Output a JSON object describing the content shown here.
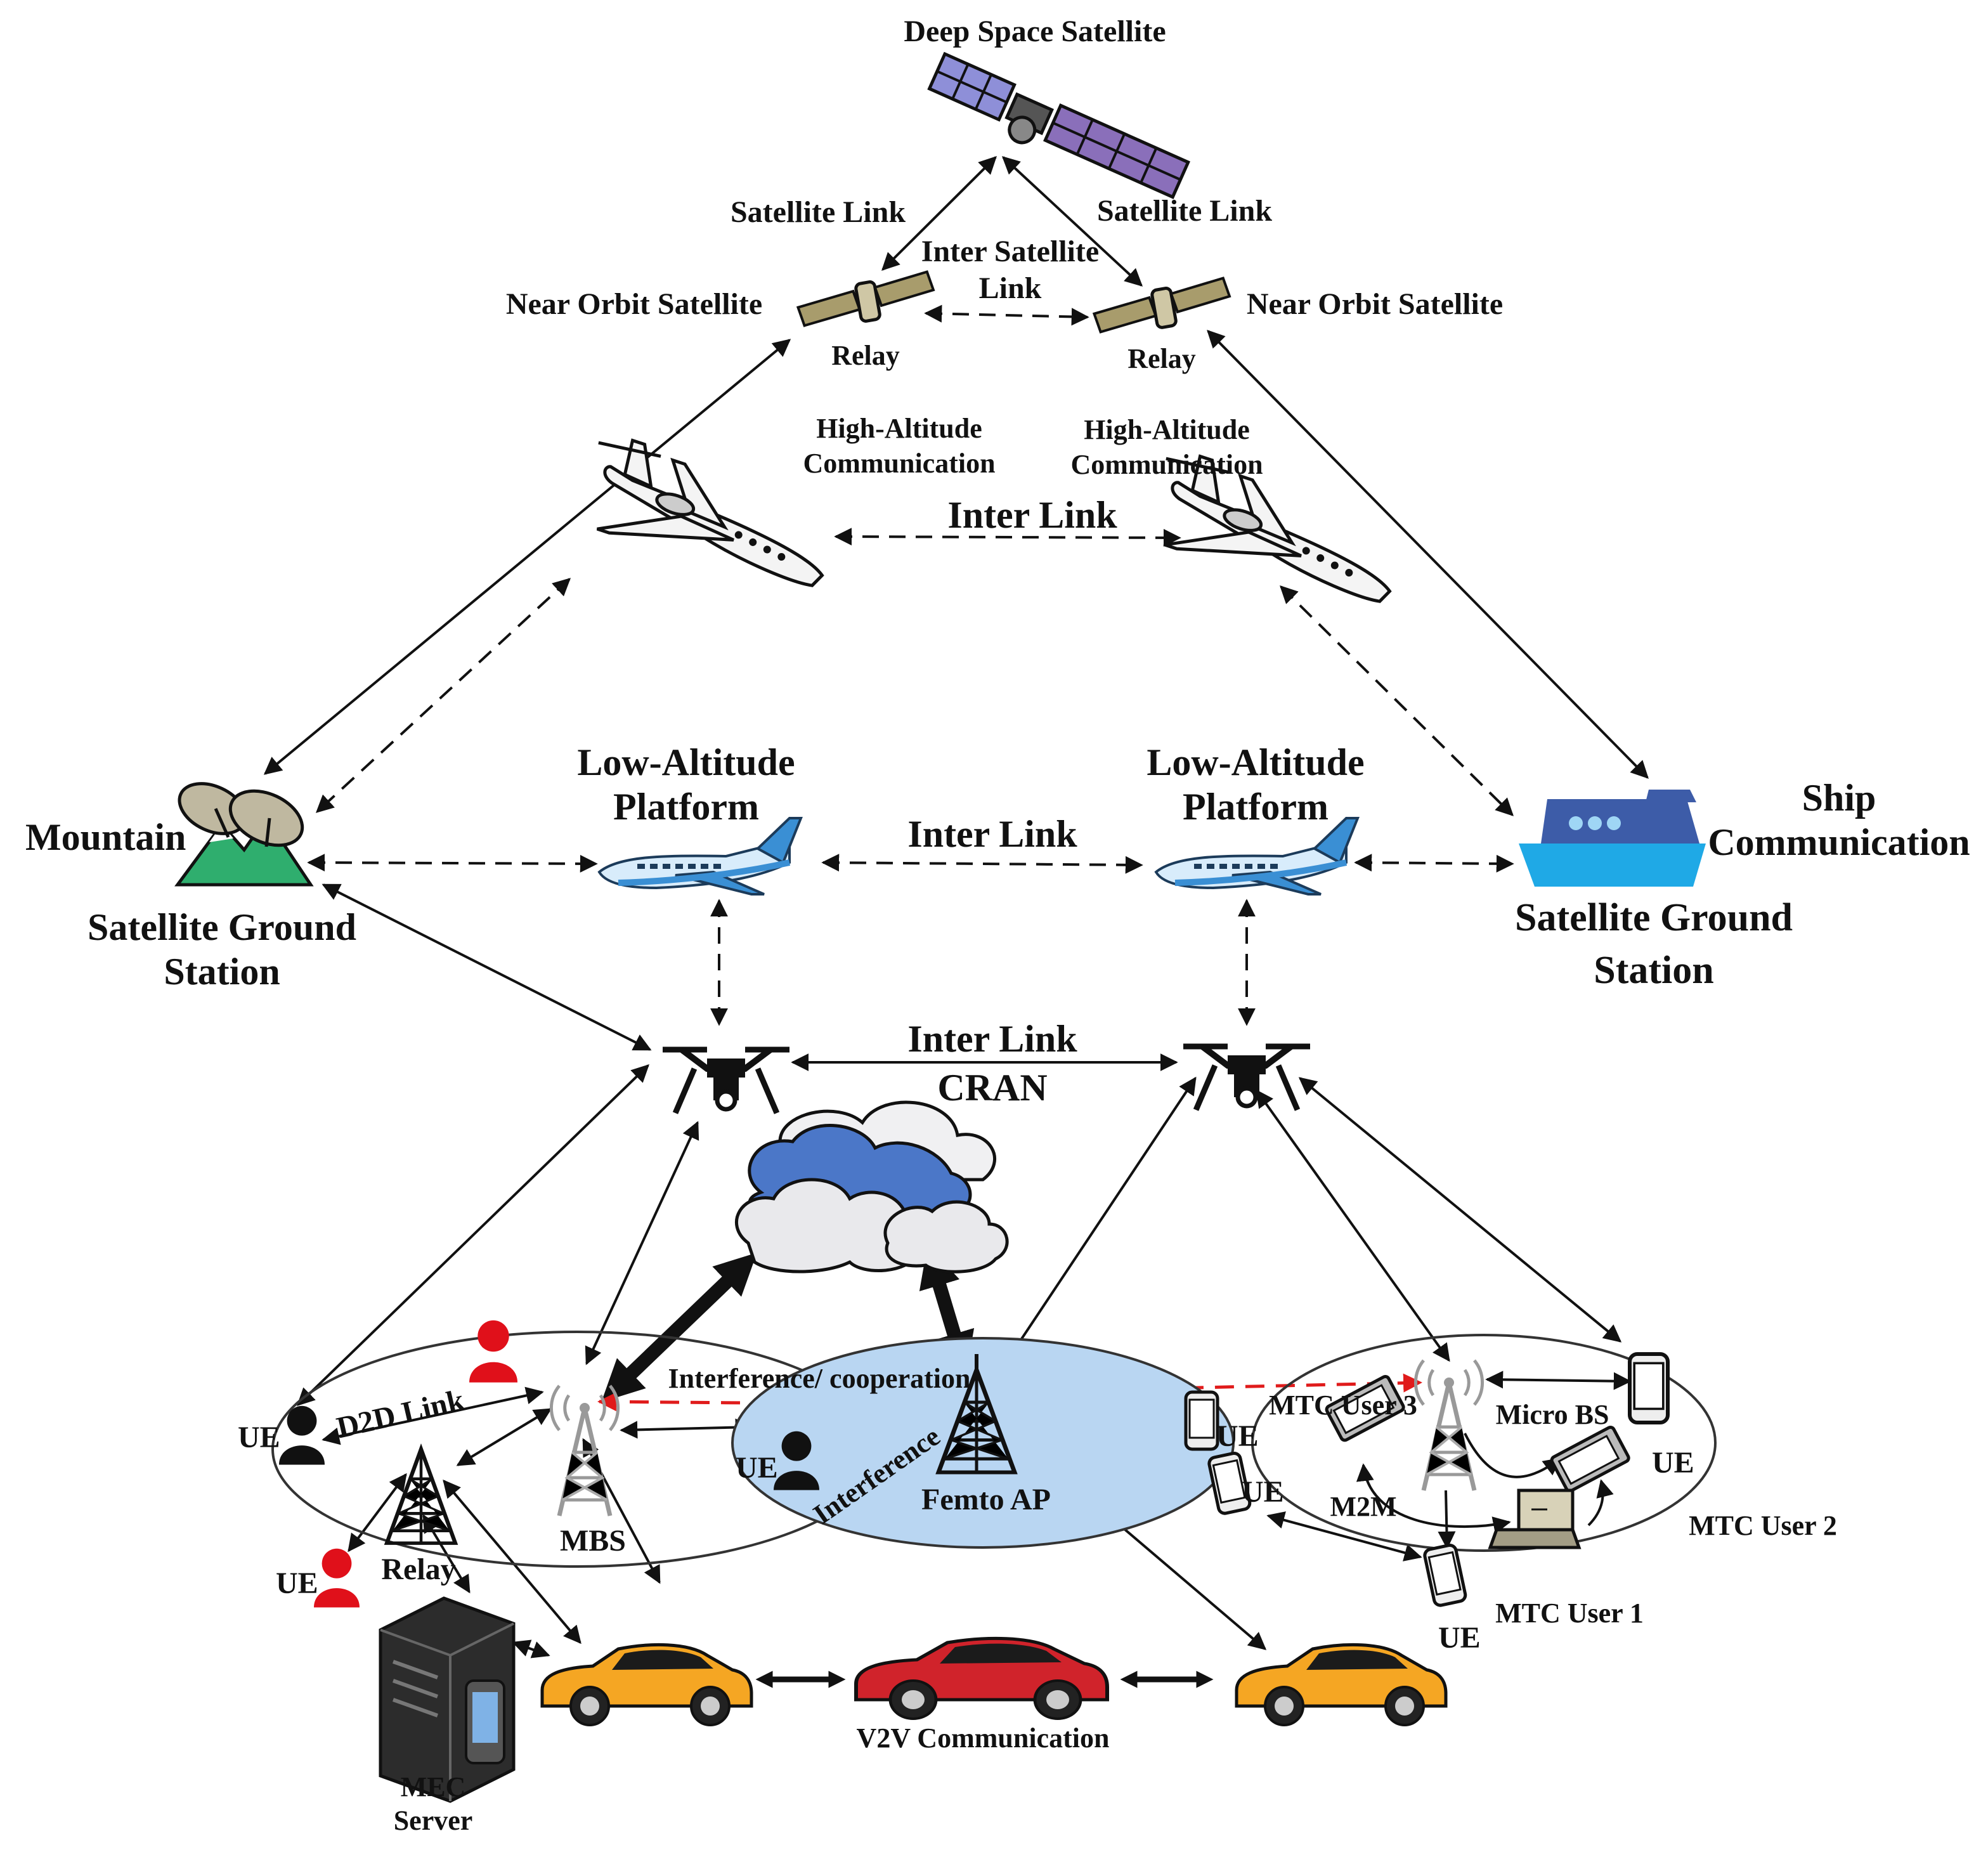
{
  "labels": {
    "deep_space_satellite": "Deep Space Satellite",
    "satellite_link_left": "Satellite Link",
    "satellite_link_right": "Satellite Link",
    "inter_satellite_link_1": "Inter Satellite",
    "inter_satellite_link_2": "Link",
    "near_orbit_left": "Near Orbit Satellite",
    "near_orbit_right": "Near Orbit Satellite",
    "relay_left": "Relay",
    "relay_right": "Relay",
    "hac_left_1": "High-Altitude",
    "hac_left_2": "Communication",
    "hac_right_1": "High-Altitude",
    "hac_right_2": "Communication",
    "inter_link_high": "Inter Link",
    "lap_left_1": "Low-Altitude",
    "lap_left_2": "Platform",
    "lap_right_1": "Low-Altitude",
    "lap_right_2": "Platform",
    "inter_link_low": "Inter Link",
    "mountain": "Mountain",
    "sgs_left_1": "Satellite Ground",
    "sgs_left_2": "Station",
    "ship_1": "Ship",
    "ship_2": "Communication",
    "sgs_right_1": "Satellite Ground",
    "sgs_right_2": "Station",
    "inter_link_drone": "Inter Link",
    "cran": "CRAN",
    "interference_cooperation": "Interference/ cooperation",
    "d2d_link": "D2D Link",
    "ue_left": "UE",
    "ue_mid": "UE",
    "ue_bottom_left": "UE",
    "ue_femto_1": "UE",
    "ue_femto_2": "UE",
    "ue_right": "UE",
    "ue_bottom_right": "UE",
    "relay_ground": "Relay",
    "mbs": "MBS",
    "interference": "Interference",
    "femto_ap": "Femto AP",
    "mtc_user_3": "MTC User 3",
    "micro_bs": "Micro BS",
    "m2m": "M2M",
    "mtc_user_2": "MTC User 2",
    "mtc_user_1": "MTC User 1",
    "mec_1": "MEC",
    "mec_2": "Server",
    "v2v": "V2V Communication"
  },
  "colors": {
    "femto_cell": "#b9d6f2",
    "interference": "#e01b1b",
    "plane_low": "#3a8fd4",
    "ship": "#1fa9e6",
    "car_yellow": "#f5a623",
    "car_red": "#d0232b",
    "mountain": "#2fae6e",
    "ue_red": "#e0101a"
  },
  "icons": [
    "satellite-icon",
    "small-satellite-icon",
    "jet-icon",
    "airplane-icon",
    "drone-icon",
    "dish-icon",
    "ship-icon",
    "cloud-icon",
    "tower-icon",
    "person-icon",
    "phone-icon",
    "laptop-icon",
    "server-icon",
    "car-icon"
  ]
}
